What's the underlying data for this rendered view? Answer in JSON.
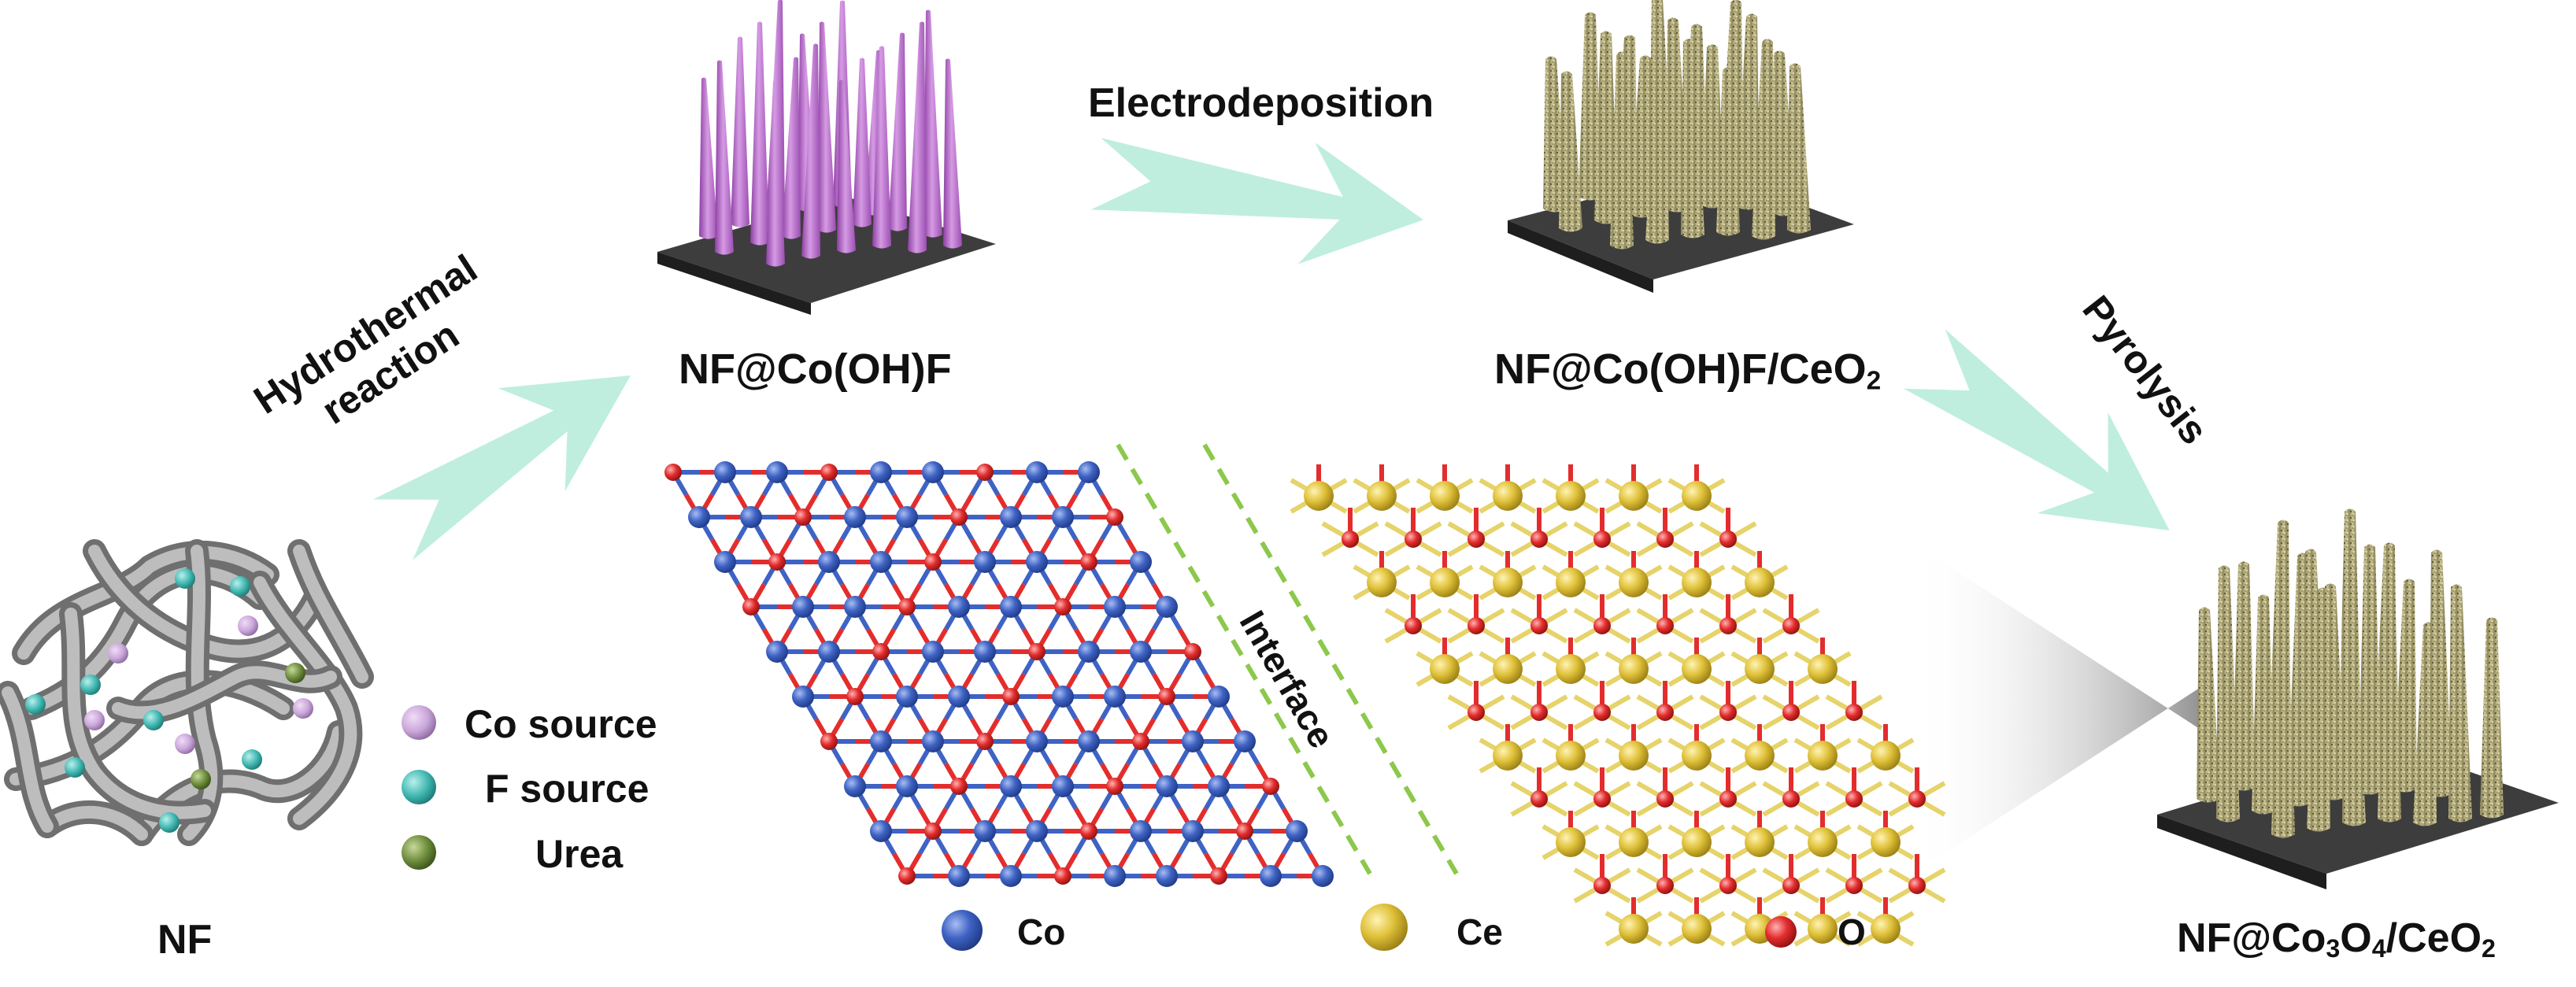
{
  "labels": {
    "nf": "NF",
    "nf_cooh_f": "NF@Co(OH)F",
    "nf_cooh_f_ceo2": {
      "base": "NF@Co(OH)F/CeO",
      "sub": "2"
    },
    "nf_co3o4_ceo2": {
      "a": "NF@Co",
      "s1": "3",
      "b": "O",
      "s2": "4",
      "c": "/CeO",
      "s3": "2"
    },
    "hydrothermal_line1": "Hydrothermal",
    "hydrothermal_line2": "reaction",
    "electrodeposition": "Electrodeposition",
    "pyrolysis": "Pyrolysis",
    "interface": "Interface"
  },
  "precursor_legend": [
    {
      "label": "Co source",
      "color": "#c9a6d9"
    },
    {
      "label": "F source",
      "color": "#3fb6b0"
    },
    {
      "label": "Urea",
      "color": "#6b8a3a"
    }
  ],
  "atom_legend": [
    {
      "label": "Co",
      "color": "#3f63c4"
    },
    {
      "label": "Ce",
      "color": "#e0c23a"
    },
    {
      "label": "O",
      "color": "#e32d2d"
    }
  ],
  "colors": {
    "arrow": "#bfeede",
    "rod_purple": "#b766c9",
    "rod_coated": "#b7ad74",
    "substrate": "#3b3b3b",
    "interface_line": "#8cc84b",
    "co_bond": "#3f63c4",
    "o_bond": "#e32d2d",
    "ce_bond": "#e6d36a",
    "nf_frame": "#9b9b9b"
  }
}
